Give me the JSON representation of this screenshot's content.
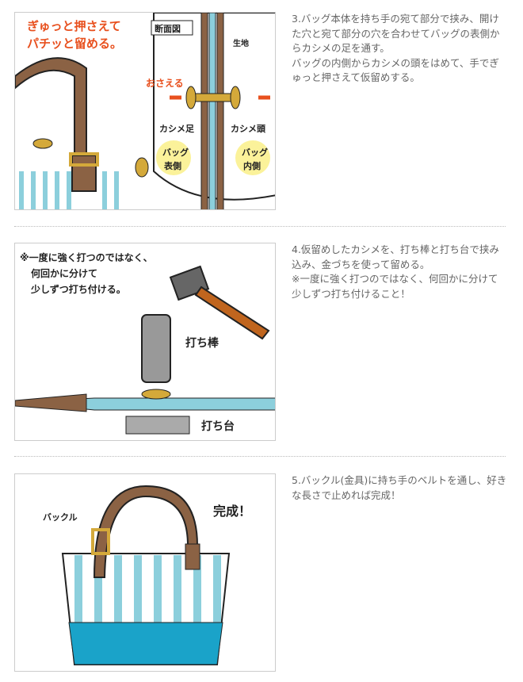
{
  "steps": [
    {
      "text": [
        "3.バッグ本体を持ち手の宛て部分で挟み、開けた穴と宛て部分の穴を合わせてバッグの表側からカシメの足を通す。",
        "バッグの内側からカシメの頭をはめて、手でぎゅっと押さえて仮留めする。"
      ],
      "labels": {
        "callout1": "ぎゅっと押さえて",
        "callout2": "パチッと留める。",
        "section": "断面図",
        "fabric": "生地",
        "press": "おさえる",
        "foot": "カシメ足",
        "head": "カシメ頭",
        "outer1": "バッグ",
        "outer2": "表側",
        "inner1": "バッグ",
        "inner2": "内側"
      }
    },
    {
      "text": [
        "4.仮留めしたカシメを、打ち棒と打ち台で挟み込み、金づちを使って留める。",
        "※一度に強く打つのではなく、何回かに分けて少しずつ打ち付けること！"
      ],
      "labels": {
        "note1": "※一度に強く打つのではなく、",
        "note2": "何回かに分けて",
        "note3": "少しずつ打ち付ける。",
        "rod": "打ち棒",
        "base": "打ち台"
      }
    },
    {
      "text": [
        "5.バックル(金具)に持ち手のベルトを通し、好きな長さで止めれば完成！"
      ],
      "labels": {
        "buckle": "バックル",
        "done": "完成！"
      }
    }
  ],
  "colors": {
    "brown": "#8b6244",
    "stripe": "#8ccfdc",
    "teal": "#1aa3c9",
    "orange": "#e8501e",
    "gold": "#d4a93a"
  }
}
